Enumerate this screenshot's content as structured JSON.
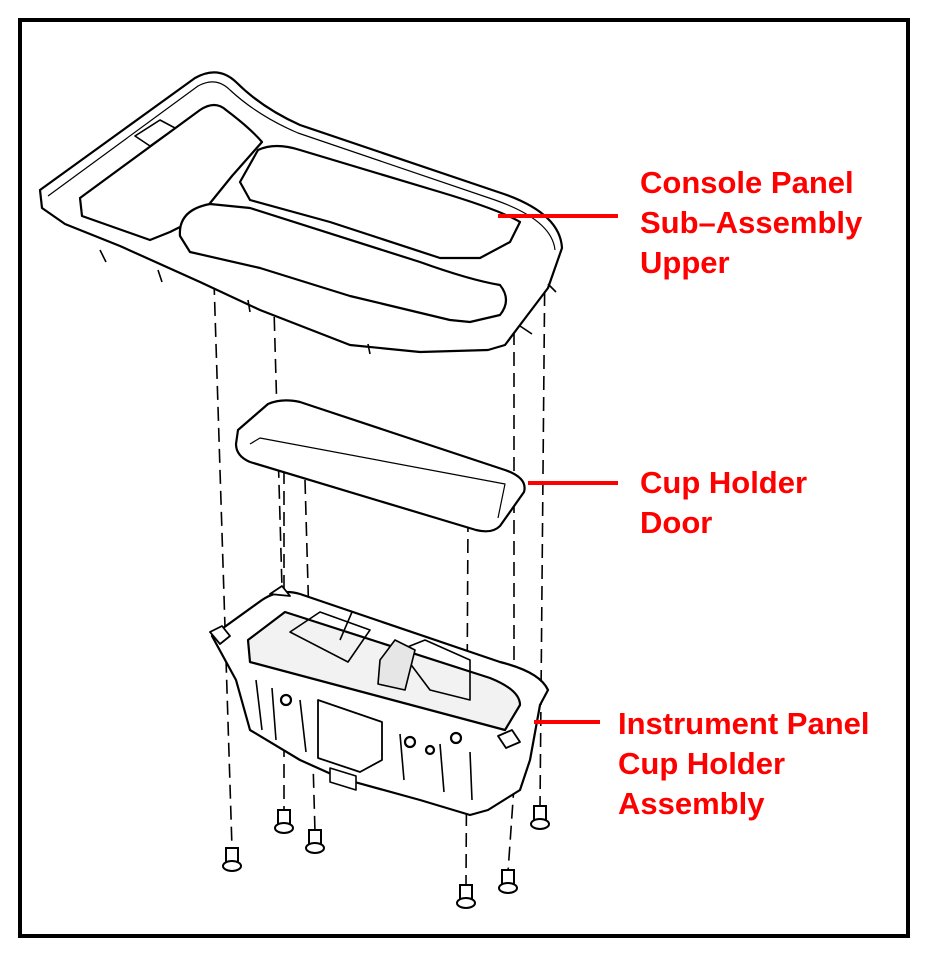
{
  "diagram": {
    "colors": {
      "line": "#000000",
      "callout": "#ff0000",
      "frame": "#000000",
      "background": "#ffffff"
    },
    "labels": [
      {
        "id": "console-panel",
        "lines": [
          "Console Panel",
          "Sub–Assembly",
          "Upper"
        ]
      },
      {
        "id": "cup-holder-door",
        "lines": [
          "Cup Holder",
          "Door"
        ]
      },
      {
        "id": "instrument-panel-cup-holder",
        "lines": [
          "Instrument Panel",
          "Cup Holder",
          "Assembly"
        ]
      }
    ]
  }
}
